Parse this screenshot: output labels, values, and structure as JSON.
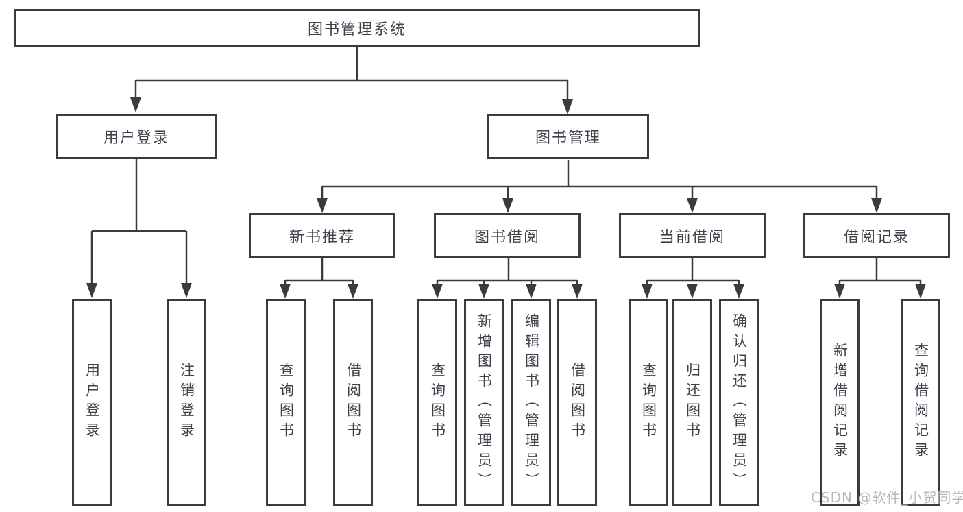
{
  "tree": {
    "root": {
      "label": "图书管理系统"
    },
    "user_branch": {
      "label": "用户登录",
      "leaves": [
        "用户登录",
        "注销登录"
      ]
    },
    "mgmt_branch": {
      "label": "图书管理",
      "modules": [
        {
          "label": "新书推荐",
          "leaves": [
            "查询图书",
            "借阅图书"
          ]
        },
        {
          "label": "图书借阅",
          "leaves": [
            "查询图书",
            "新增图书（管理员）",
            "编辑图书（管理员）",
            "借阅图书"
          ]
        },
        {
          "label": "当前借阅",
          "leaves": [
            "查询图书",
            "归还图书",
            "确认归还（管理员）"
          ]
        },
        {
          "label": "借阅记录",
          "leaves": [
            "新增借阅记录",
            "查询借阅记录"
          ]
        }
      ]
    }
  },
  "watermark": "CSDN @软件_小贺同学",
  "colors": {
    "line": "#3b3b3b",
    "text": "#3e434b",
    "watermark": "#b3b6ba",
    "background": "#ffffff"
  }
}
